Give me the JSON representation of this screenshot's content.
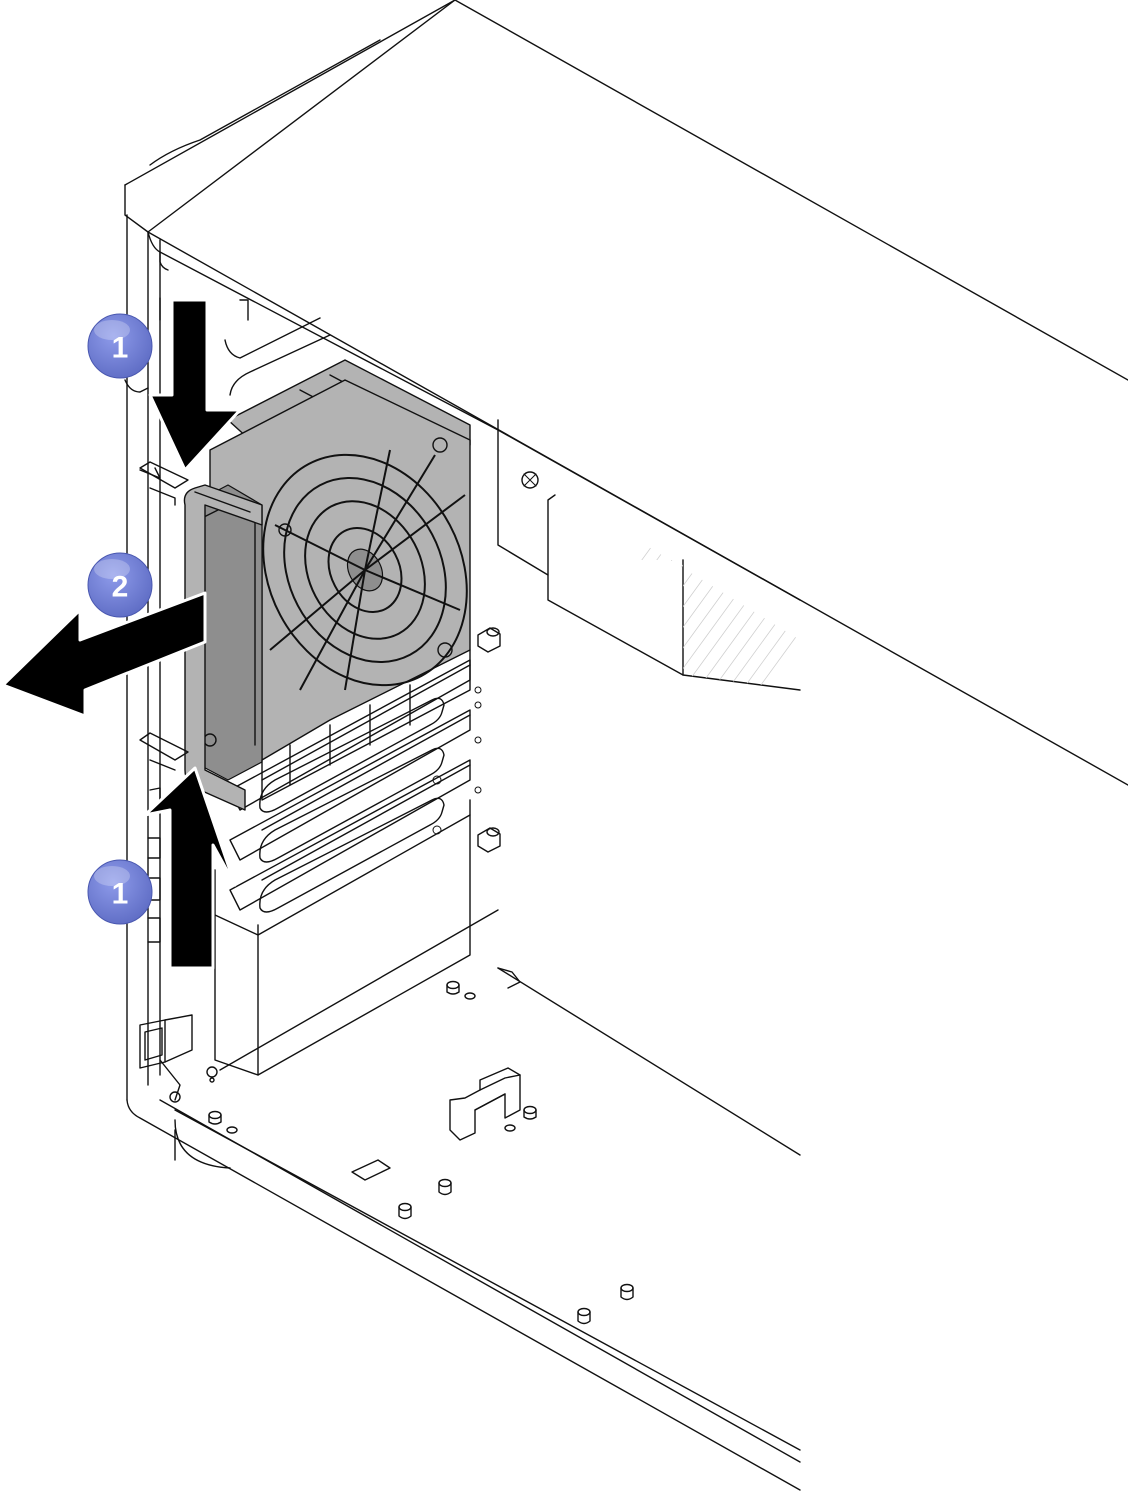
{
  "colors": {
    "callout_fill": "#6f7fd2",
    "callout_text": "#ffffff",
    "arrow_fill": "#000000",
    "fan_fill": "#b3b3b3",
    "line": "#111111"
  },
  "callouts": [
    {
      "id": "step-1-top",
      "label": "1"
    },
    {
      "id": "step-2",
      "label": "2"
    },
    {
      "id": "step-1-bottom",
      "label": "1"
    }
  ],
  "icons": {
    "arrow_top": "down-arrow-icon",
    "arrow_bottom": "up-arrow-icon",
    "arrow_pull": "pull-out-arrow-icon"
  }
}
